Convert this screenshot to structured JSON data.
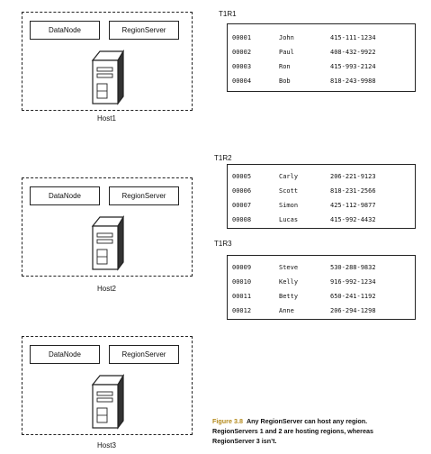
{
  "hosts": [
    {
      "label": "Host1",
      "datanode": "DataNode",
      "regionserver": "RegionServer"
    },
    {
      "label": "Host2",
      "datanode": "DataNode",
      "regionserver": "RegionServer"
    },
    {
      "label": "Host3",
      "datanode": "DataNode",
      "regionserver": "RegionServer"
    }
  ],
  "regions": [
    {
      "label": "T1R1",
      "rows": [
        {
          "key": "00001",
          "name": "John",
          "phone": "415-111-1234"
        },
        {
          "key": "00002",
          "name": "Paul",
          "phone": "408-432-9922"
        },
        {
          "key": "00003",
          "name": "Ron",
          "phone": "415-993-2124"
        },
        {
          "key": "00004",
          "name": "Bob",
          "phone": "818-243-9988"
        }
      ]
    },
    {
      "label": "T1R2",
      "rows": [
        {
          "key": "00005",
          "name": "Carly",
          "phone": "206-221-9123"
        },
        {
          "key": "00006",
          "name": "Scott",
          "phone": "818-231-2566"
        },
        {
          "key": "00007",
          "name": "Simon",
          "phone": "425-112-9877"
        },
        {
          "key": "00008",
          "name": "Lucas",
          "phone": "415-992-4432"
        }
      ]
    },
    {
      "label": "T1R3",
      "rows": [
        {
          "key": "00009",
          "name": "Steve",
          "phone": "530-288-9832"
        },
        {
          "key": "00010",
          "name": "Kelly",
          "phone": "916-992-1234"
        },
        {
          "key": "00011",
          "name": "Betty",
          "phone": "650-241-1192"
        },
        {
          "key": "00012",
          "name": "Anne",
          "phone": "206-294-1298"
        }
      ]
    }
  ],
  "caption": {
    "figure": "Figure 3.8",
    "text": "Any RegionServer can host any region. RegionServers 1 and 2 are hosting regions, whereas RegionServer 3 isn’t."
  }
}
